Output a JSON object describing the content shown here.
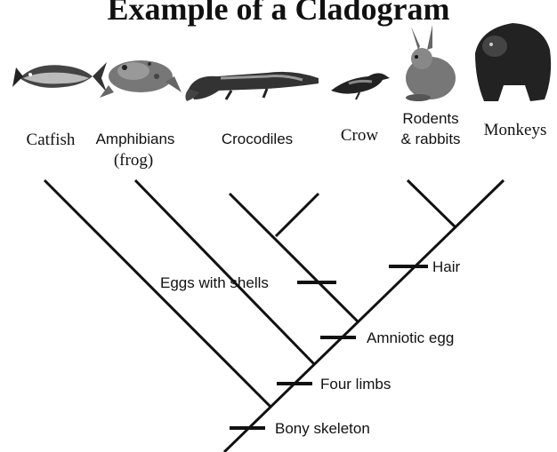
{
  "title": "Example of a Cladogram",
  "taxa": {
    "catfish": "Catfish",
    "amphibians_line1": "Amphibians",
    "amphibians_line2": "(frog)",
    "crocodiles": "Crocodiles",
    "crow": "Crow",
    "rodents_line1": "Rodents",
    "rodents_line2": "& rabbits",
    "monkeys": "Monkeys"
  },
  "traits": {
    "bony_skeleton": "Bony skeleton",
    "four_limbs": "Four limbs",
    "amniotic_egg": "Amniotic egg",
    "eggs_with_shells": "Eggs with shells",
    "hair": "Hair"
  },
  "icons": [
    "catfish-icon",
    "frog-icon",
    "crocodile-icon",
    "crow-icon",
    "rabbit-icon",
    "monkey-icon"
  ],
  "colors": {
    "ink": "#111111",
    "background": "#ffffff"
  }
}
